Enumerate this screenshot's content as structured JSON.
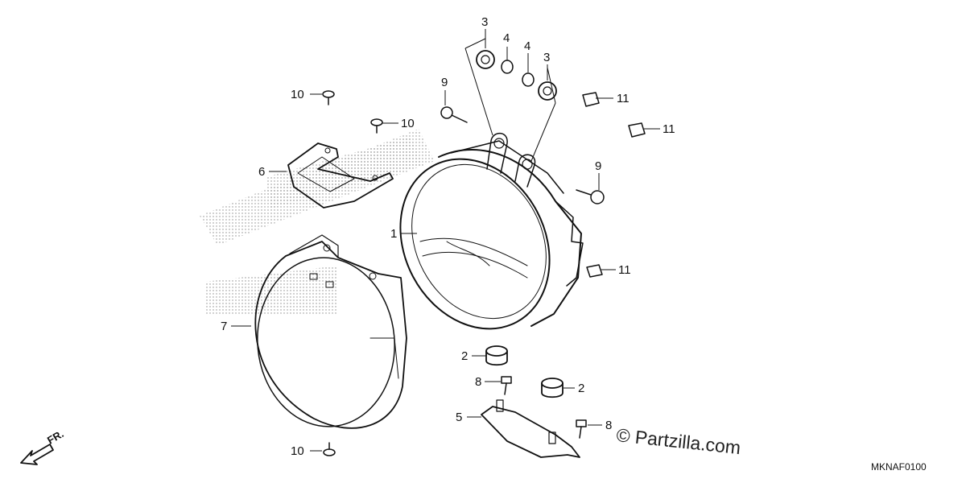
{
  "diagram": {
    "parts": {
      "p1": "1",
      "p2a": "2",
      "p2b": "2",
      "p3a": "3",
      "p3b": "3",
      "p4a": "4",
      "p4b": "4",
      "p5": "5",
      "p6": "6",
      "p7": "7",
      "p8a": "8",
      "p8b": "8",
      "p9a": "9",
      "p9b": "9",
      "p10a": "10",
      "p10b": "10",
      "p10c": "10",
      "p11a": "11",
      "p11b": "11",
      "p11c": "11"
    },
    "direction_label": "FR.",
    "watermark": "© Partzilla.com",
    "diagram_code": "MKNAF0100"
  }
}
